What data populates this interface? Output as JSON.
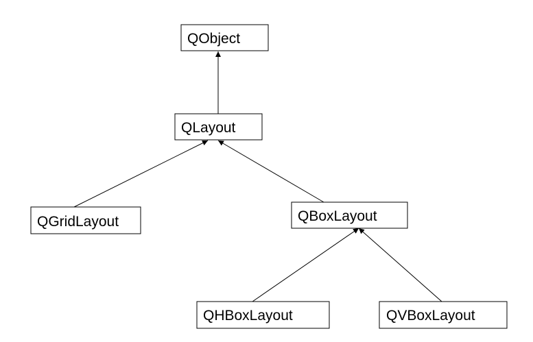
{
  "diagram": {
    "nodes": [
      {
        "id": "qobject",
        "label": "QObject"
      },
      {
        "id": "qlayout",
        "label": "QLayout"
      },
      {
        "id": "qgridlayout",
        "label": "QGridLayout"
      },
      {
        "id": "qboxlayout",
        "label": "QBoxLayout"
      },
      {
        "id": "qhboxlayout",
        "label": "QHBoxLayout"
      },
      {
        "id": "qvboxlayout",
        "label": "QVBoxLayout"
      }
    ],
    "edges": [
      {
        "from": "qlayout",
        "to": "qobject"
      },
      {
        "from": "qgridlayout",
        "to": "qlayout"
      },
      {
        "from": "qboxlayout",
        "to": "qlayout"
      },
      {
        "from": "qhboxlayout",
        "to": "qboxlayout"
      },
      {
        "from": "qvboxlayout",
        "to": "qboxlayout"
      }
    ]
  }
}
